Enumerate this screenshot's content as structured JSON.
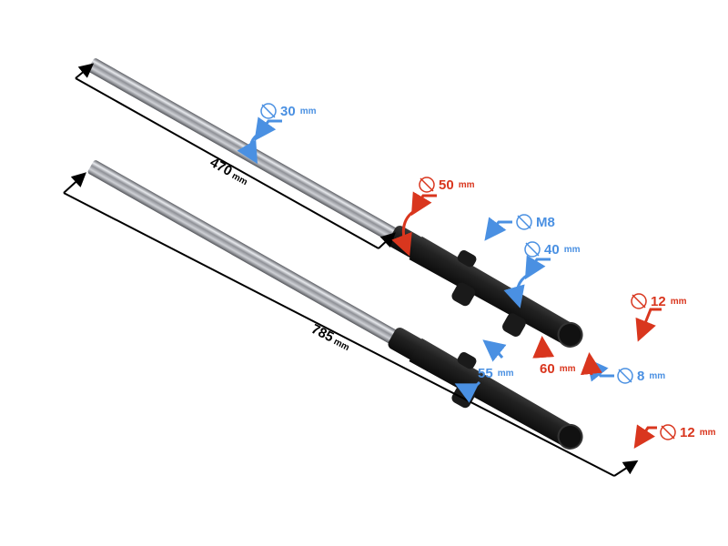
{
  "image": {
    "subject": "Motorcycle front fork legs (pair) with dimension annotations",
    "background_color": "#ffffff"
  },
  "colors": {
    "blue_annotation": "#4a90e2",
    "red_annotation": "#d9361e",
    "black_dimension": "#000000",
    "fork_body": "#1c1c1c",
    "chrome_tube": "#9a9ca2"
  },
  "annotations": {
    "upper_tube_diameter": {
      "symbol": "diameter-icon",
      "value": "30",
      "unit": "mm"
    },
    "upper_fork_length": {
      "value": "470",
      "unit": "mm"
    },
    "lower_fork_length": {
      "value": "785",
      "unit": "mm"
    },
    "slider_top_diameter": {
      "symbol": "diameter-icon",
      "value": "50",
      "unit": "mm"
    },
    "mount_bolt_thread": {
      "symbol": "diameter-icon",
      "value": "M8",
      "unit": ""
    },
    "slider_body_diameter": {
      "symbol": "diameter-icon",
      "value": "40",
      "unit": "mm"
    },
    "axle_hole_upper": {
      "symbol": "diameter-icon",
      "value": "12",
      "unit": "mm"
    },
    "axle_hole_lower": {
      "symbol": "diameter-icon",
      "value": "12",
      "unit": "mm"
    },
    "caliper_mount_spacing_red": {
      "value": "60",
      "unit": "mm"
    },
    "caliper_mount_hole": {
      "symbol": "diameter-icon",
      "value": "8",
      "unit": "mm"
    },
    "caliper_mount_spacing_blue": {
      "value": "55",
      "unit": "mm"
    }
  }
}
